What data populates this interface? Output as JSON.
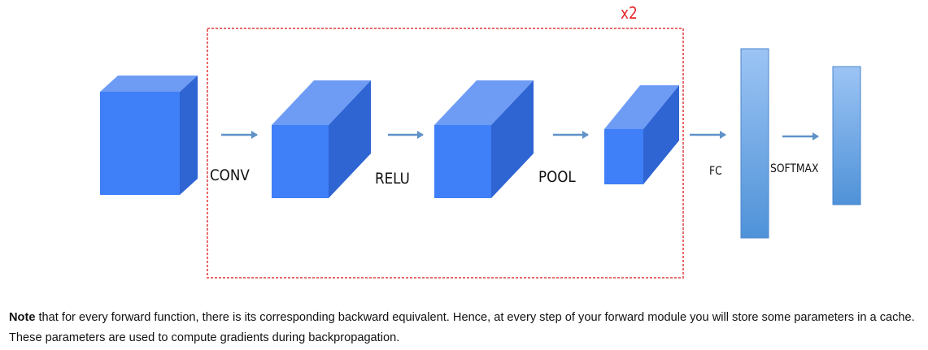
{
  "diagram": {
    "repeat_label": "x2",
    "stages": [
      {
        "label": "CONV"
      },
      {
        "label": "RELU"
      },
      {
        "label": "POOL"
      },
      {
        "label": "FC"
      },
      {
        "label": "SOFTMAX"
      }
    ]
  },
  "note": {
    "bold": "Note",
    "text": " that for every forward function, there is its corresponding backward equivalent. Hence, at every step of your forward module you will store some parameters in a cache. These parameters are used to compute gradients during backpropagation."
  },
  "colors": {
    "cube_front": "#3f7ff7",
    "cube_top": "#6e9cf5",
    "cube_side": "#2f64d3",
    "arrow": "#5f92c8",
    "dashed_box": "#e86a6a",
    "repeat_label": "#e4272b"
  }
}
